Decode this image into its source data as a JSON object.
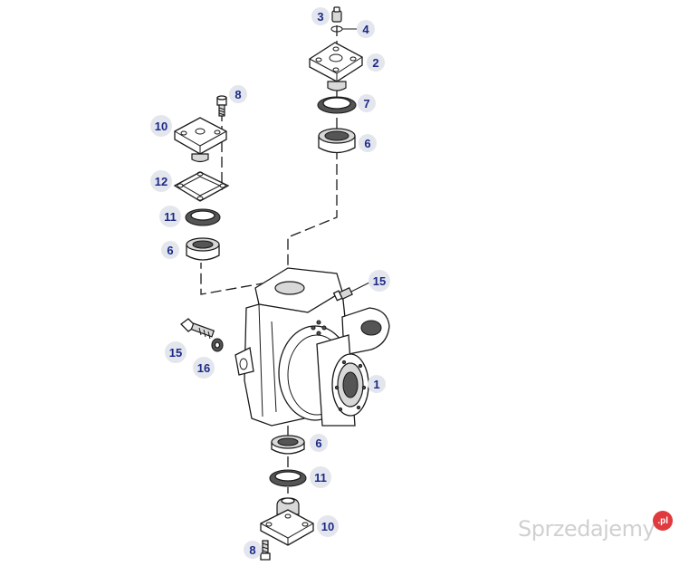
{
  "callouts": {
    "c1": "1",
    "c2": "2",
    "c3": "3",
    "c4": "4",
    "c6a": "6",
    "c6b": "6",
    "c6c": "6",
    "c7": "7",
    "c8a": "8",
    "c8b": "8",
    "c10a": "10",
    "c10b": "10",
    "c11a": "11",
    "c11b": "11",
    "c12": "12",
    "c15a": "15",
    "c15b": "15",
    "c16": "16"
  },
  "watermark": {
    "text": "Sprzedajemy",
    "badge": ".pl"
  }
}
